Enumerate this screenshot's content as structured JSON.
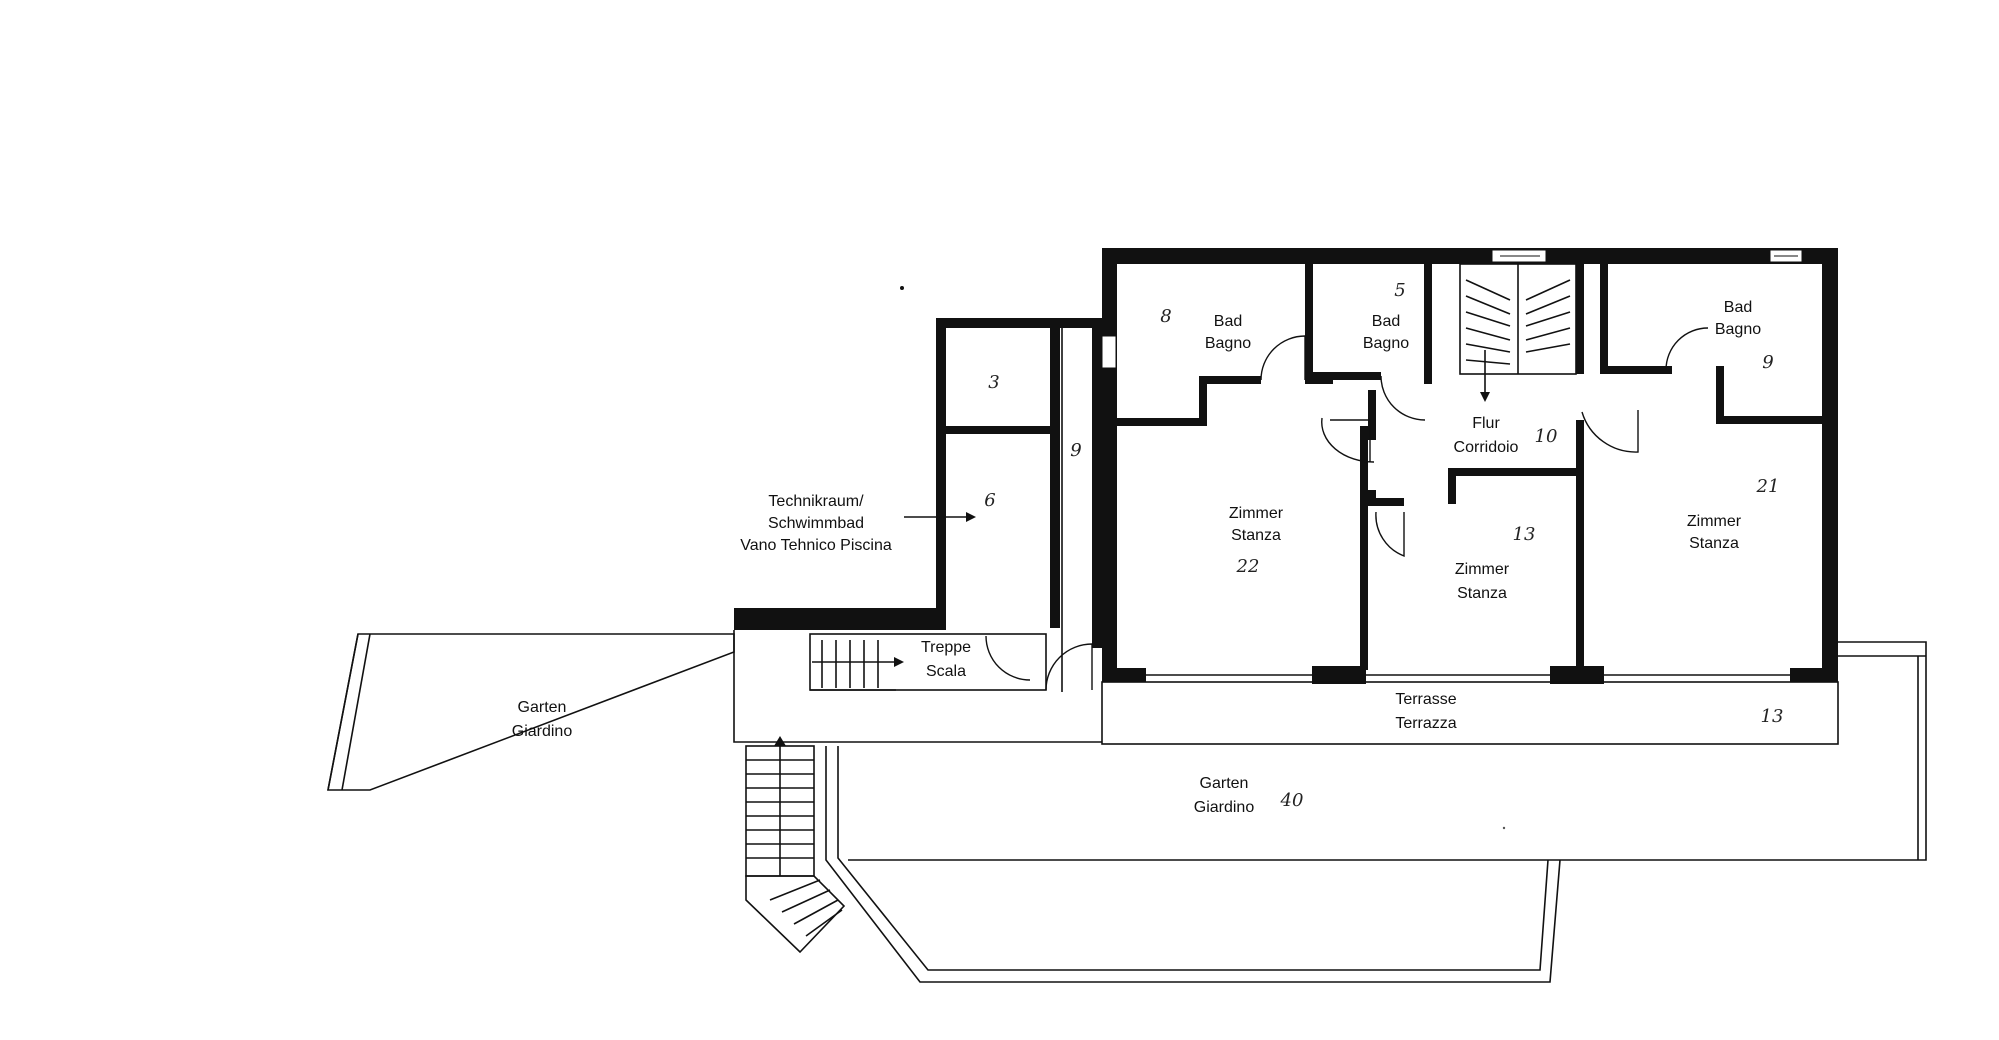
{
  "rooms": {
    "bad_left": {
      "de": "Bad",
      "it": "Bagno",
      "area": "8"
    },
    "bad_mid": {
      "de": "Bad",
      "it": "Bagno",
      "area": "5"
    },
    "bad_right": {
      "de": "Bad",
      "it": "Bagno",
      "area": "9"
    },
    "flur": {
      "de": "Flur",
      "it": "Corridoio",
      "area": "10"
    },
    "zimmer_left": {
      "de": "Zimmer",
      "it": "Stanza",
      "area": "22"
    },
    "zimmer_mid": {
      "de": "Zimmer",
      "it": "Stanza",
      "area": "13"
    },
    "zimmer_right": {
      "de": "Zimmer",
      "it": "Stanza",
      "area": "21"
    },
    "terrasse": {
      "de": "Terrasse",
      "it": "Terrazza",
      "area": "13"
    },
    "garten_main": {
      "de": "Garten",
      "it": "Giardino",
      "area": "40"
    },
    "garten_left": {
      "de": "Garten",
      "it": "Giardino"
    },
    "treppe": {
      "de": "Treppe",
      "it": "Scala"
    },
    "small_room_3": {
      "area": "3"
    },
    "technik_room": {
      "area": "6"
    },
    "corridor_left": {
      "area": "9"
    }
  },
  "technik_label": {
    "line1": "Technikraum/",
    "line2": "Schwimmbad",
    "line3": "Vano Tehnico Piscina"
  },
  "colors": {
    "ink": "#111111",
    "paper": "#ffffff"
  }
}
